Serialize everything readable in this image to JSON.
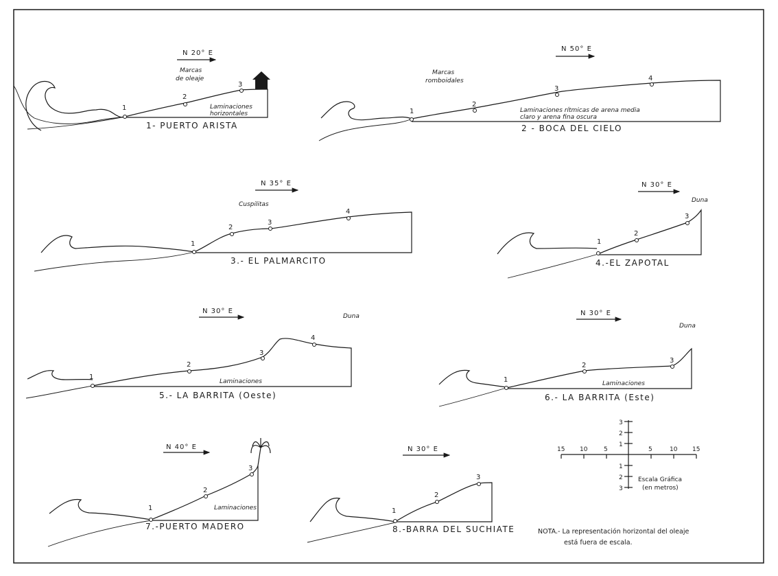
{
  "profiles": [
    {
      "title": "1- PUERTO ARISTA",
      "direction": "N 20° E",
      "points": [
        "1",
        "2",
        "3"
      ],
      "notes": [
        "Marcas",
        "de oleaje",
        "Laminaciones",
        "horizontales"
      ]
    },
    {
      "title": "2 - BOCA DEL CIELO",
      "direction": "N 50° E",
      "points": [
        "1",
        "2",
        "3",
        "4"
      ],
      "notes": [
        "Marcas",
        "romboidales",
        "Laminaciones rítmicas de arena media",
        "claro y arena fina oscura"
      ]
    },
    {
      "title": "3.- EL PALMARCITO",
      "direction": "N 35° E",
      "points": [
        "1",
        "2",
        "3",
        "4"
      ],
      "notes": [
        "Cuspilitas"
      ]
    },
    {
      "title": "4.-EL ZAPOTAL",
      "direction": "N 30° E",
      "points": [
        "1",
        "2",
        "3"
      ],
      "notes": [
        "Duna"
      ]
    },
    {
      "title": "5.- LA BARRITA (Oeste)",
      "direction": "N 30° E",
      "points": [
        "1",
        "2",
        "3",
        "4"
      ],
      "notes": [
        "Duna",
        "Laminaciones"
      ]
    },
    {
      "title": "6.- LA BARRITA (Este)",
      "direction": "N 30° E",
      "points": [
        "1",
        "2",
        "3"
      ],
      "notes": [
        "Duna",
        "Laminaciones"
      ]
    },
    {
      "title": "7.-PUERTO MADERO",
      "direction": "N 40° E",
      "points": [
        "1",
        "2",
        "3"
      ],
      "notes": [
        "Laminaciones"
      ]
    },
    {
      "title": "8.-BARRA DEL SUCHIATE",
      "direction": "N 30° E",
      "points": [
        "1",
        "2",
        "3"
      ],
      "notes": []
    }
  ],
  "scale": {
    "h_labels": [
      "15",
      "10",
      "5",
      "5",
      "10",
      "15"
    ],
    "v_up": [
      "3",
      "2",
      "1"
    ],
    "v_down": [
      "1",
      "2",
      "3"
    ],
    "caption": [
      "Escala Gráfica",
      "(en metros)"
    ]
  },
  "note": {
    "line1": "NOTA.- La representación horizontal del oleaje",
    "line2": "está fuera de escala."
  }
}
